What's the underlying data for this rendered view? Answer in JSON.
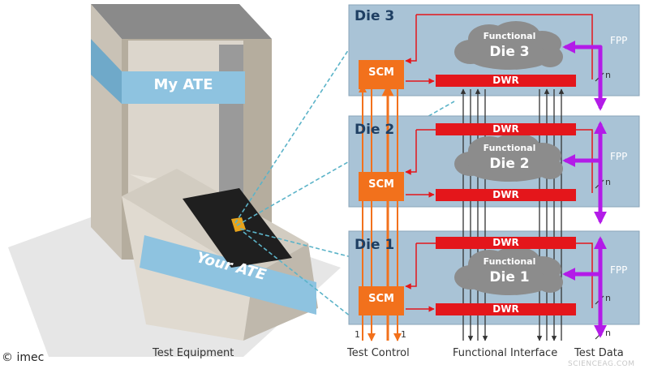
{
  "colors": {
    "die_panel": "#a9c3d6",
    "die_title": "#1f3f63",
    "scm": "#f2711c",
    "dwr": "#e4161b",
    "fpp_arrow": "#b31be8",
    "cloud": "#8c8c8c",
    "signal_line": "#333333",
    "control_arrow": "#f2711c",
    "connector": "#5bb3c8",
    "ate_band": "#8ec3e0",
    "ate_band_text": "#ffffff"
  },
  "ate": {
    "my_label": "My ATE",
    "your_label": "Your ATE"
  },
  "dies": [
    {
      "title": "Die 3",
      "cloud_label": "Functional",
      "cloud_die": "Die 3",
      "scm": "SCM",
      "dwr_upper": "",
      "dwr_lower": "DWR",
      "fpp": "FPP",
      "bus_n": "n"
    },
    {
      "title": "Die 2",
      "cloud_label": "Functional",
      "cloud_die": "Die 2",
      "scm": "SCM",
      "dwr_upper": "DWR",
      "dwr_lower": "DWR",
      "fpp": "FPP",
      "bus_n": "n"
    },
    {
      "title": "Die 1",
      "cloud_label": "Functional",
      "cloud_die": "Die 1",
      "scm": "SCM",
      "dwr_upper": "DWR",
      "dwr_lower": "DWR",
      "fpp": "FPP",
      "bus_n": "n"
    }
  ],
  "bottom": {
    "copyright": "© imec",
    "test_equipment": "Test Equipment",
    "test_control": "Test Control",
    "functional_interface": "Functional Interface",
    "test_data": "Test Data",
    "control_left_n": "1",
    "control_right_n": "1",
    "data_n": "n"
  },
  "watermark": "SCIENCEAG.COM"
}
